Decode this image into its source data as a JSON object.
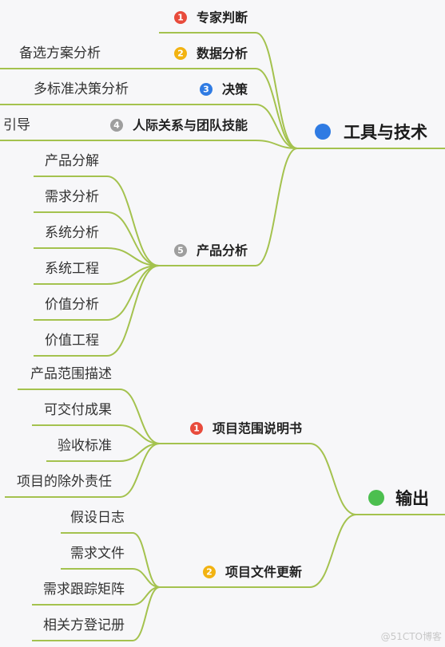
{
  "topics": [
    {
      "label": "工具与技术",
      "color": "#2f7be3",
      "children": [
        {
          "num": "1",
          "label": "专家判断",
          "color": "#e84b3c",
          "children": []
        },
        {
          "num": "2",
          "label": "数据分析",
          "color": "#f2b312",
          "children": [
            {
              "label": "备选方案分析"
            }
          ]
        },
        {
          "num": "3",
          "label": "决策",
          "color": "#2f7be3",
          "children": [
            {
              "label": "多标准决策分析"
            }
          ]
        },
        {
          "num": "4",
          "label": "人际关系与团队技能",
          "color": "#9e9e9e",
          "children": [
            {
              "label": "引导"
            }
          ]
        },
        {
          "num": "5",
          "label": "产品分析",
          "color": "#9e9e9e",
          "children": [
            {
              "label": "产品分解"
            },
            {
              "label": "需求分析"
            },
            {
              "label": "系统分析"
            },
            {
              "label": "系统工程"
            },
            {
              "label": "价值分析"
            },
            {
              "label": "价值工程"
            }
          ]
        }
      ]
    },
    {
      "label": "输出",
      "color": "#4cbf4f",
      "children": [
        {
          "num": "1",
          "label": "项目范围说明书",
          "color": "#e84b3c",
          "children": [
            {
              "label": "产品范围描述"
            },
            {
              "label": "可交付成果"
            },
            {
              "label": "验收标准"
            },
            {
              "label": "项目的除外责任"
            }
          ]
        },
        {
          "num": "2",
          "label": "项目文件更新",
          "color": "#f2b312",
          "children": [
            {
              "label": "假设日志"
            },
            {
              "label": "需求文件"
            },
            {
              "label": "需求跟踪矩阵"
            },
            {
              "label": "相关方登记册"
            }
          ]
        }
      ]
    }
  ],
  "watermark": "@51CTO博客"
}
